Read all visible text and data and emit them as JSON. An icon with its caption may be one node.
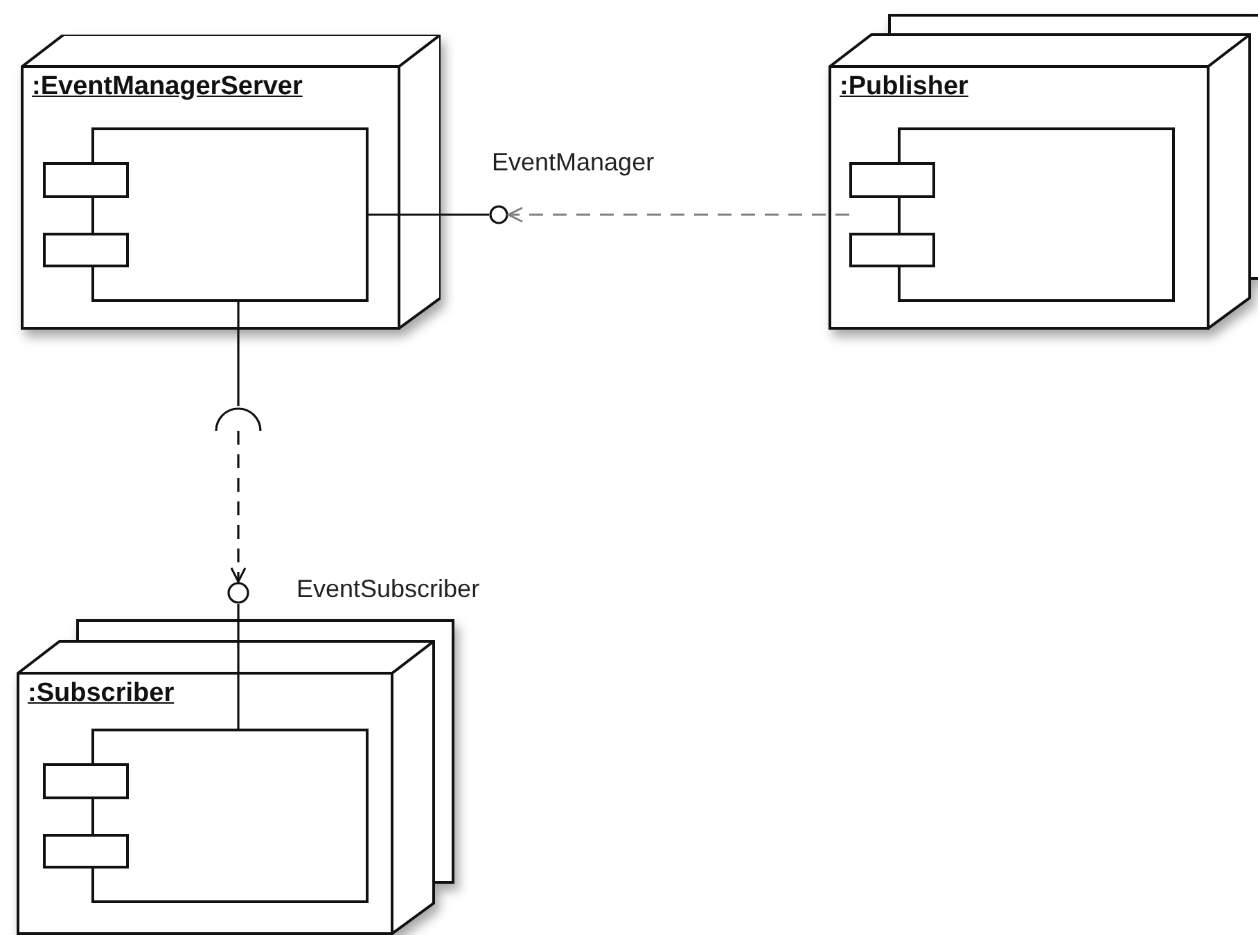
{
  "diagram": {
    "nodes": [
      {
        "text": [
          ":EventManagerServer"
        ]
      },
      {
        "text": [],
        "shape": "box",
        "in": 0
      },
      {
        "text": [],
        "shape": "circle",
        "beside": [
          "EventManager"
        ]
      },
      {
        "text": [
          ":Publisher"
        ]
      },
      {
        "text": [],
        "shape": "box",
        "in": 3
      },
      {
        "text": [],
        "shape": "arc"
      },
      {
        "text": [],
        "shape": "circle",
        "beside": [
          "EventSubscriber"
        ]
      },
      {
        "text": [
          ":Subscriber"
        ]
      },
      {
        "text": [],
        "shape": "box",
        "in": 7
      }
    ],
    "edges": [
      {
        "from": 1,
        "to": 2,
        "arrow": "none"
      },
      {
        "from": 4,
        "to": 2,
        "arrow": "to",
        "style": "dashed",
        "color": "#808080"
      },
      {
        "from": 1,
        "to": 5,
        "arrow": "none"
      },
      {
        "from": 5,
        "to": 6,
        "arrow": "to",
        "style": "dashed"
      },
      {
        "from": 6,
        "to": 8,
        "arrow": "none"
      }
    ]
  }
}
